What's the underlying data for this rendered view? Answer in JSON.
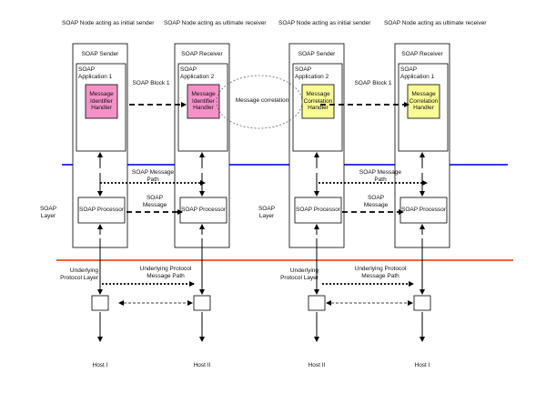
{
  "colors": {
    "separator_top": "#1c1cf0",
    "separator_bottom": "#e8501e",
    "handler_pink": "#f492c8",
    "handler_yellow": "#fafa96",
    "correlation_dotted": "#666666"
  },
  "nodes": [
    {
      "role": "SOAP Node acting as initial sender",
      "title": "SOAP Sender",
      "app": "SOAP Application 1",
      "handler": "Message Identifier Handler",
      "handler_color": "pink",
      "processor": "SOAP Processor",
      "host": "Host I"
    },
    {
      "role": "SOAP Node acting as ultimate receiver",
      "title": "SOAP Receiver",
      "app": "SOAP Application 2",
      "handler": "Message Identifier Handler",
      "handler_color": "pink",
      "processor": "SOAP Processor",
      "host": "Host II"
    },
    {
      "role": "SOAP Node acting as initial sender",
      "title": "SOAP Sender",
      "app": "SOAP Application 2",
      "handler": "Message Correlation Handler",
      "handler_color": "yellow",
      "processor": "SOAP Processor",
      "host": "Host II"
    },
    {
      "role": "SOAP Node acting as ultimate receiver",
      "title": "SOAP Receiver",
      "app": "SOAP Application 1",
      "handler": "Message Correlation Handler",
      "handler_color": "yellow",
      "processor": "SOAP Processor",
      "host": "Host I"
    }
  ],
  "labels": {
    "soap_block_left": "SOAP Block 1",
    "soap_block_right": "SOAP Block 1",
    "message_correlation": "Message correlation",
    "message_path_left": "SOAP Message Path",
    "message_path_right": "SOAP Message Path",
    "soap_message_left": "SOAP Message",
    "soap_message_right": "SOAP Message",
    "soap_layer_left": "SOAP Layer",
    "soap_layer_right": "SOAP Layer",
    "underlying_layer_left": "Underlying Protocol Layer",
    "underlying_layer_right": "Underlying Protocol Layer",
    "underlying_path_left": "Underlying Protocol Message Path",
    "underlying_path_right": "Underlying Protocol Message Path"
  }
}
